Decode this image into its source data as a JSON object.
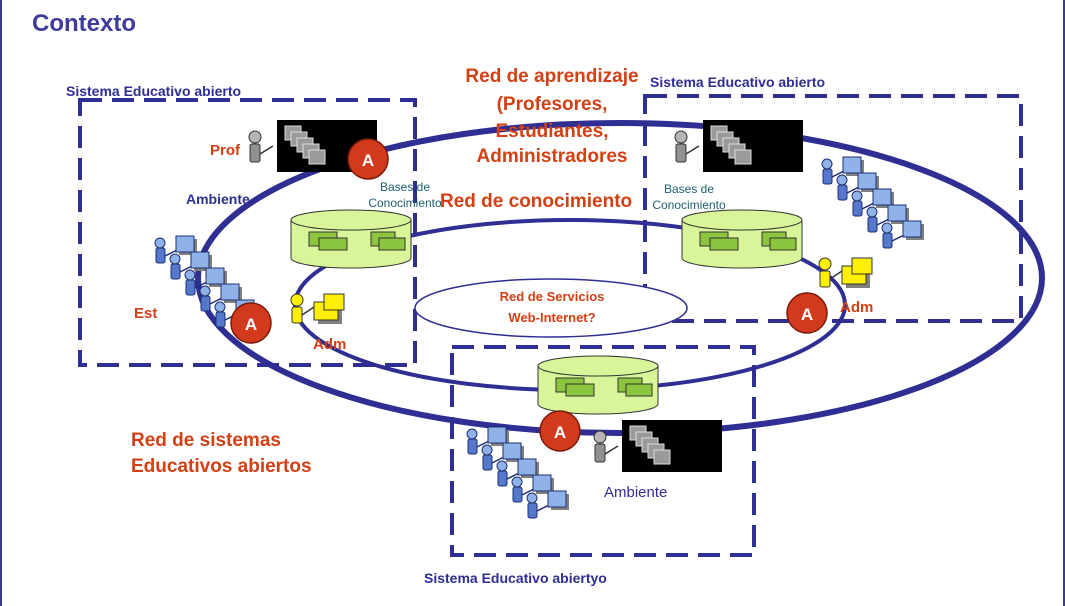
{
  "title": "Contexto",
  "labels": {
    "sys_left": "Sistema Educativo abierto",
    "sys_right": "Sistema Educativo abierto",
    "sys_bottom": "Sistema Educativo abiertyo",
    "red_aprendizaje": [
      "Red de aprendizaje",
      "(Profesores,",
      "Estudiantes,",
      "Administradores"
    ],
    "red_conocimiento": "Red de conocimiento",
    "red_servicios": [
      "Red de Servicios",
      "Web-Internet?"
    ],
    "red_sistemas": [
      "Red de sistemas",
      "Educativos abiertos"
    ],
    "bases_left": [
      "Bases de",
      "Conocimiento"
    ],
    "bases_right": [
      "Bases de",
      "Conocimiento"
    ],
    "prof": "Prof",
    "ambiente_left": "Ambiente",
    "ambiente_bottom": "Ambiente",
    "est": "Est",
    "adm_left": "Adm",
    "adm_right": "Adm",
    "agent": "A"
  },
  "colors": {
    "frame": "#3a3a8c",
    "ring": "#2e2e93",
    "red_text": "#d24014",
    "agent_fill": "#d23a1e",
    "db_fill": "#d9f59a",
    "db_block": "#8cc63f",
    "student": "#8fb3e8",
    "admin": "#ffef00",
    "screen": "#000000"
  },
  "icons": [
    "student-icon",
    "teacher-icon",
    "admin-icon",
    "database-icon",
    "agent-icon",
    "screen-icon"
  ]
}
